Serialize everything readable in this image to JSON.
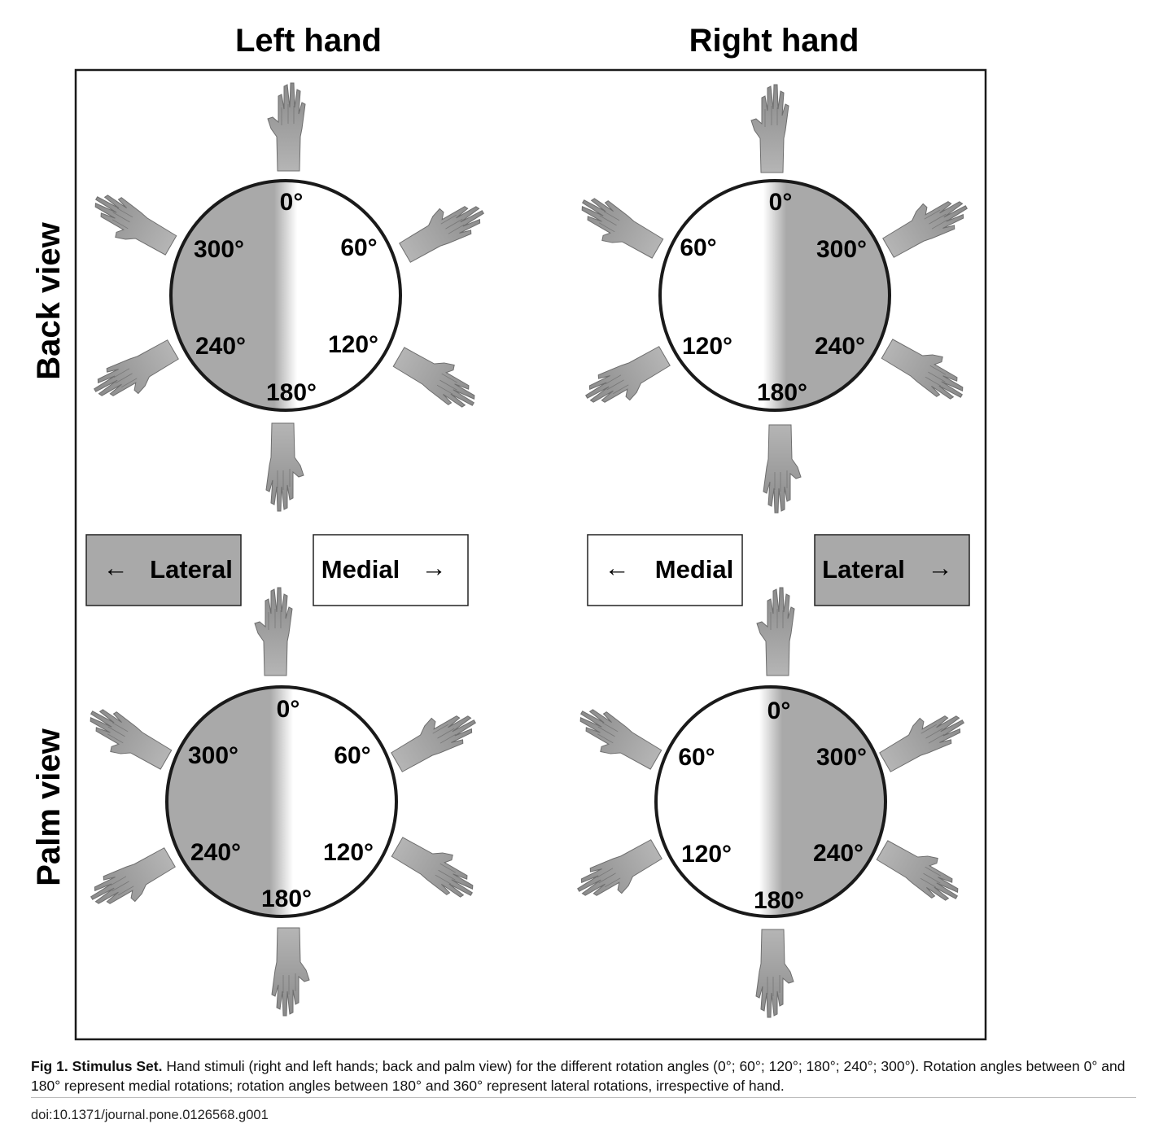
{
  "figure": {
    "column_titles": {
      "left": "Left hand",
      "right": "Right hand"
    },
    "row_titles": {
      "top": "Back view",
      "bottom": "Palm view"
    },
    "colors": {
      "lateral_shade": "#a9a9a9",
      "medial_shade": "#ffffff",
      "frame": "#1a1a1a"
    },
    "panels": {
      "left_back": {
        "top": "0°",
        "upper_left": "300°",
        "upper_right": "60°",
        "lower_left": "240°",
        "lower_right": "120°",
        "bottom": "180°",
        "shaded_side": "left"
      },
      "right_back": {
        "top": "0°",
        "upper_left": "60°",
        "upper_right": "300°",
        "lower_left": "120°",
        "lower_right": "240°",
        "bottom": "180°",
        "shaded_side": "right"
      },
      "left_palm": {
        "top": "0°",
        "upper_left": "300°",
        "upper_right": "60°",
        "lower_left": "240°",
        "lower_right": "120°",
        "bottom": "180°",
        "shaded_side": "left"
      },
      "right_palm": {
        "top": "0°",
        "upper_left": "60°",
        "upper_right": "300°",
        "lower_left": "120°",
        "lower_right": "240°",
        "bottom": "180°",
        "shaded_side": "right"
      }
    },
    "direction_boxes": {
      "left_lateral": {
        "label": "Lateral",
        "arrow": "←",
        "shaded": true
      },
      "left_medial": {
        "label": "Medial",
        "arrow": "→",
        "shaded": false
      },
      "right_medial": {
        "label": "Medial",
        "arrow": "←",
        "shaded": false
      },
      "right_lateral": {
        "label": "Lateral",
        "arrow": "→",
        "shaded": true
      }
    },
    "hand_stimuli": {
      "rotation_angles": [
        0,
        60,
        120,
        180,
        240,
        300
      ],
      "icon": "hand-icon"
    }
  },
  "caption": {
    "number": "Fig 1.",
    "title": "Stimulus Set.",
    "text": "Hand stimuli (right and left hands; back and palm view) for the different rotation angles (0°; 60°; 120°; 180°; 240°; 300°). Rotation angles between 0° and 180° represent medial rotations; rotation angles between 180° and 360° represent lateral rotations, irrespective of hand."
  },
  "doi": "doi:10.1371/journal.pone.0126568.g001"
}
